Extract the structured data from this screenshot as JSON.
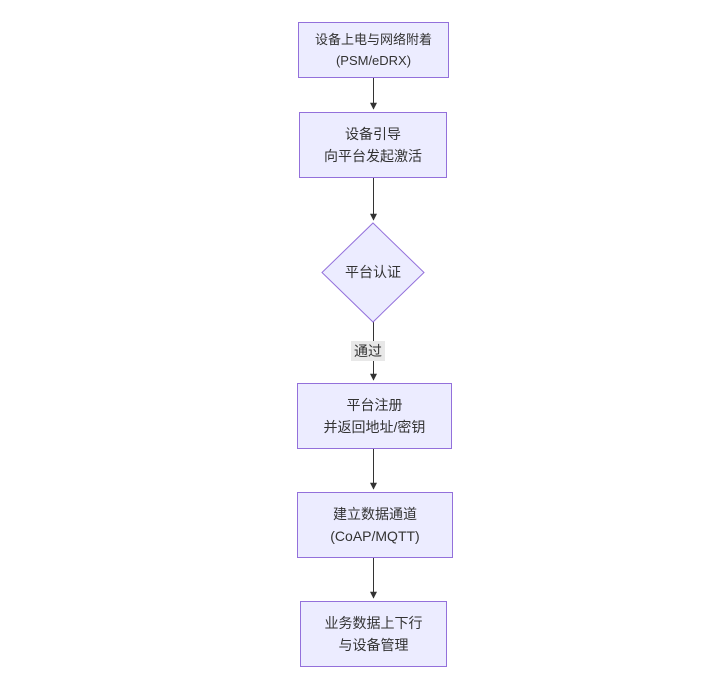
{
  "diagram": {
    "type": "flowchart",
    "direction": "top-down",
    "background": "#ffffff",
    "node_fill": "#ECECFF",
    "node_border": "#9370DB",
    "arrow_color": "#333333",
    "text_color": "#333333",
    "edge_label_bg": "#e8e8e8"
  },
  "nodes": [
    {
      "id": "power-attach",
      "type": "rect",
      "lines": [
        "设备上电与网络附着",
        "(PSM/eDRX)"
      ]
    },
    {
      "id": "bootstrap",
      "type": "rect",
      "lines": [
        "设备引导",
        "向平台发起激活"
      ]
    },
    {
      "id": "auth",
      "type": "diamond",
      "lines": [
        "平台认证"
      ]
    },
    {
      "id": "register",
      "type": "rect",
      "lines": [
        "平台注册",
        "并返回地址/密钥"
      ]
    },
    {
      "id": "channel",
      "type": "rect",
      "lines": [
        "建立数据通道",
        "(CoAP/MQTT)"
      ]
    },
    {
      "id": "business",
      "type": "rect",
      "lines": [
        "业务数据上下行",
        "与设备管理"
      ]
    }
  ],
  "edges": [
    {
      "from": "power-attach",
      "to": "bootstrap",
      "label": ""
    },
    {
      "from": "bootstrap",
      "to": "auth",
      "label": ""
    },
    {
      "from": "auth",
      "to": "register",
      "label": "通过"
    },
    {
      "from": "register",
      "to": "channel",
      "label": ""
    },
    {
      "from": "channel",
      "to": "business",
      "label": ""
    }
  ]
}
